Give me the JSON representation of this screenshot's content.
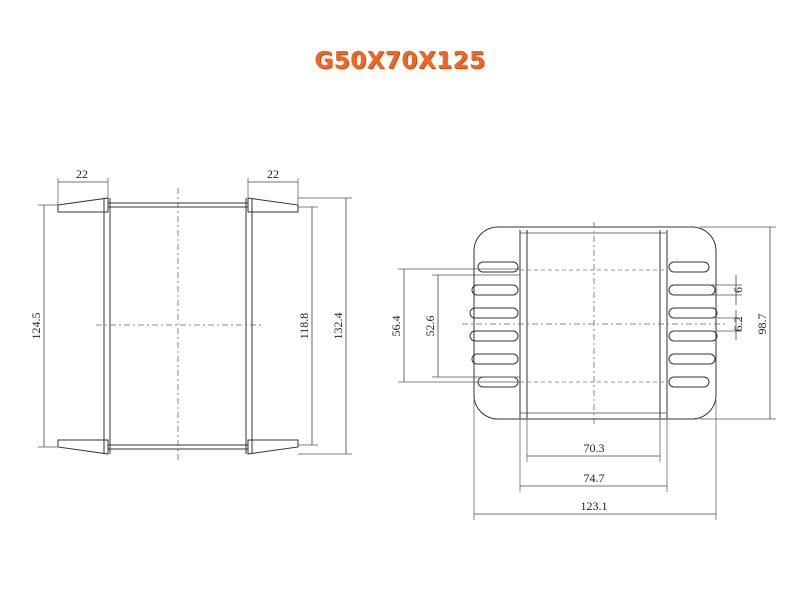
{
  "title": {
    "text": "G50X70X125",
    "color": "#f26522"
  },
  "side_view": {
    "flange_width_left": "22",
    "flange_width_right": "22",
    "height_outer": "124.5",
    "height_inner": "118.8",
    "height_total": "132.4"
  },
  "front_view": {
    "height_56": "56.4",
    "height_52": "52.6",
    "slot_6": "6",
    "slot_62": "6.2",
    "height_total": "98.7",
    "width_inner": "70.3",
    "width_mid": "74.7",
    "width_total": "123.1"
  },
  "colors": {
    "line": "#333333",
    "background": "#ffffff"
  }
}
